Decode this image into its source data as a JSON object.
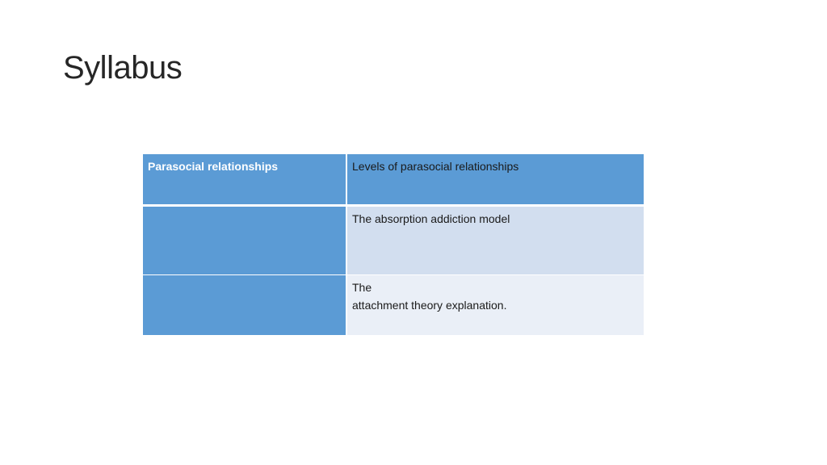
{
  "slide": {
    "title": "Syllabus"
  },
  "table": {
    "rows": [
      {
        "topic": "Parasocial relationships",
        "subtopic_lines": [
          "Levels of parasocial relationships"
        ]
      },
      {
        "topic": "",
        "subtopic_lines": [
          "The absorption addiction model"
        ]
      },
      {
        "topic": "",
        "subtopic_lines": [
          "The",
          "attachment theory explanation."
        ]
      }
    ]
  },
  "colors": {
    "header_blue": "#5b9bd5",
    "row_light_blue": "#d2deef",
    "row_lighter_blue": "#eaeff7",
    "title_text": "#262626"
  }
}
